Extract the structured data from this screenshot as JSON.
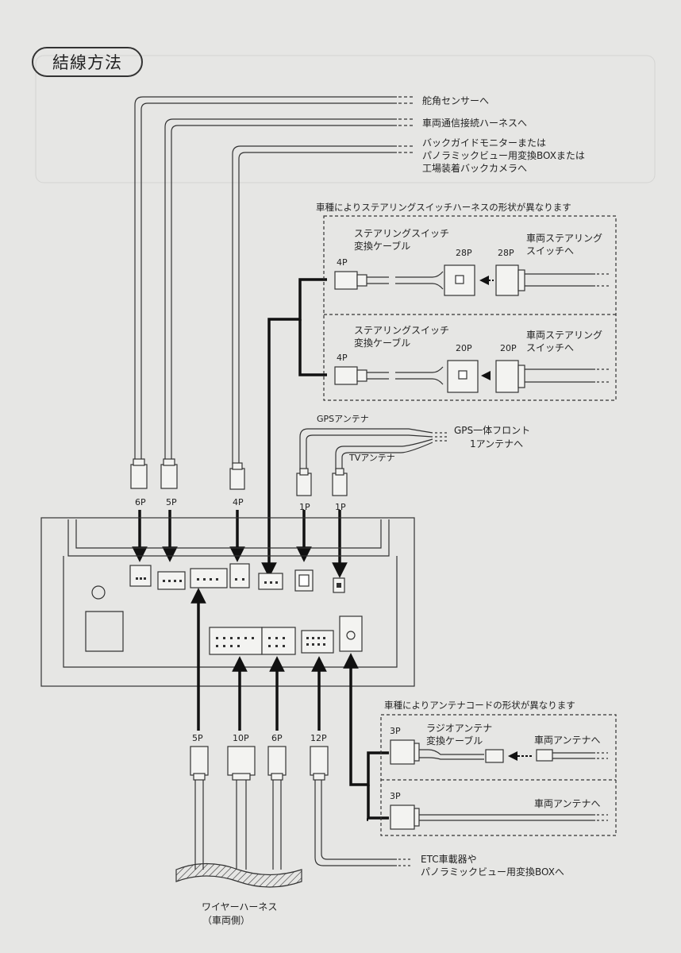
{
  "title": "結線方法",
  "labels": {
    "steering_sensor": "舵角センサーへ",
    "vehicle_comm": "車両通信接続ハーネスへ",
    "back_monitor_1": "バックガイドモニターまたは",
    "back_monitor_2": "パノラミックビュー用変換BOXまたは",
    "back_monitor_3": "工場装着バックカメラへ",
    "steering_note": "車種によりステアリングスイッチハーネスの形状が異なります",
    "conv_cable_1a": "ステアリングスイッチ",
    "conv_cable_1b": "変換ケーブル",
    "vehicle_sw_1a": "車両ステアリング",
    "vehicle_sw_1b": "スイッチへ",
    "p4_top": "4P",
    "p28_a": "28P",
    "p28_b": "28P",
    "conv_cable_2a": "ステアリングスイッチ",
    "conv_cable_2b": "変換ケーブル",
    "vehicle_sw_2a": "車両ステアリング",
    "vehicle_sw_2b": "スイッチへ",
    "p4_bot": "4P",
    "p20_a": "20P",
    "p20_b": "20P",
    "gps_antenna": "GPSアンテナ",
    "gps_front_1": "GPS一体フロント",
    "gps_front_2": "1アンテナへ",
    "tv_antenna": "TVアンテナ",
    "c6p": "6P",
    "c5p": "5P",
    "c4p": "4P",
    "c1p_a": "1P",
    "c1p_b": "1P",
    "b5p": "5P",
    "b10p": "10P",
    "b6p": "6P",
    "b12p": "12P",
    "antenna_note": "車種によりアンテナコードの形状が異なります",
    "a3p_top": "3P",
    "radio_conv_1": "ラジオアンテナ",
    "radio_conv_2": "変換ケーブル",
    "vehicle_ant_1": "車両アンテナへ",
    "a3p_bot": "3P",
    "vehicle_ant_2": "車両アンテナへ",
    "etc_1": "ETC車載器や",
    "etc_2": "パノラミックビュー用変換BOXへ",
    "wire_harness": "ワイヤーハーネス",
    "vehicle_side": "（車両側）"
  }
}
